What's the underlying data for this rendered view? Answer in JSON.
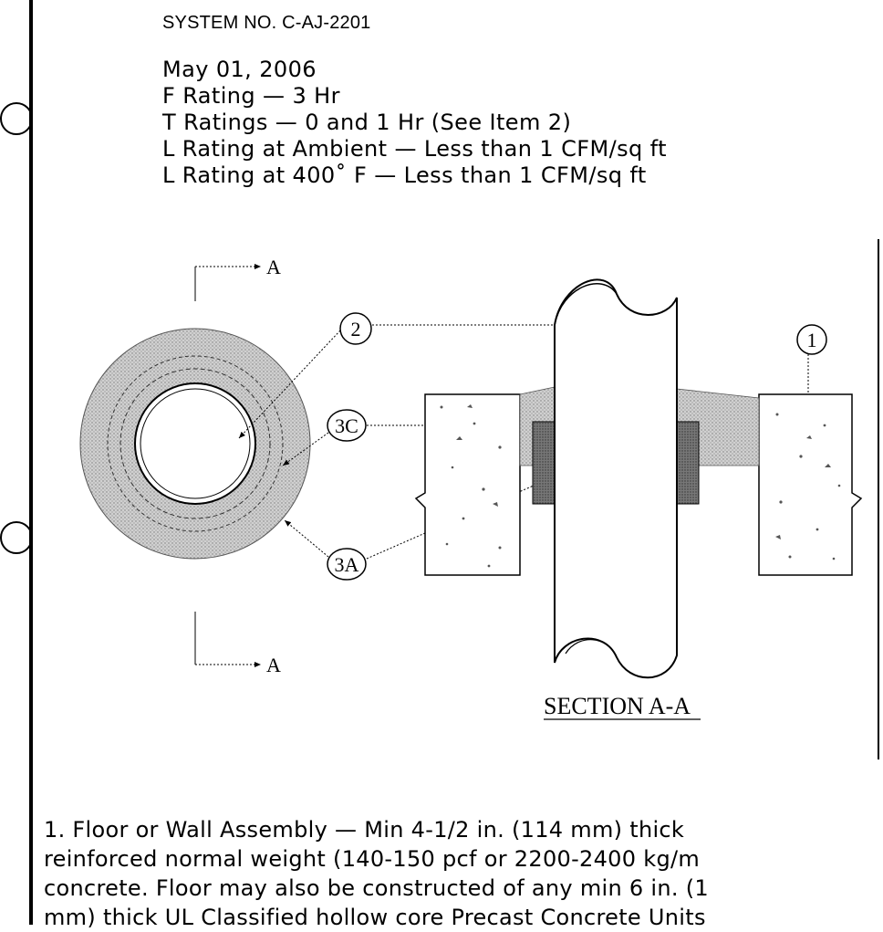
{
  "header": {
    "system_no": "SYSTEM NO. C-AJ-2201"
  },
  "ratings": [
    "May 01, 2006",
    "F Rating — 3 Hr",
    "T Ratings — 0 and 1 Hr (See Item 2)",
    "L Rating at Ambient — Less than 1 CFM/sq ft",
    "L Rating at 400˚ F — Less than 1 CFM/sq ft"
  ],
  "figure": {
    "section_marker": "A",
    "section_marker_bottom": "A",
    "callout_2": "2",
    "callout_1": "1",
    "callout_3c": "3C",
    "callout_3a": "3A",
    "section_title": "SECTION A-A"
  },
  "body_text": {
    "line1": "1. Floor or Wall Assembly — Min 4-1/2 in. (114 mm) thick",
    "line2": "reinforced normal weight (140-150 pcf or 2200-2400 kg/m",
    "line3": "concrete. Floor may also be constructed of any min 6 in. (1",
    "line4": "mm) thick UL Classified hollow core Precast Concrete Units"
  },
  "colors": {
    "ink": "#000000",
    "stipple": "#bdbdbd",
    "sealant": "#6b6b6b"
  }
}
